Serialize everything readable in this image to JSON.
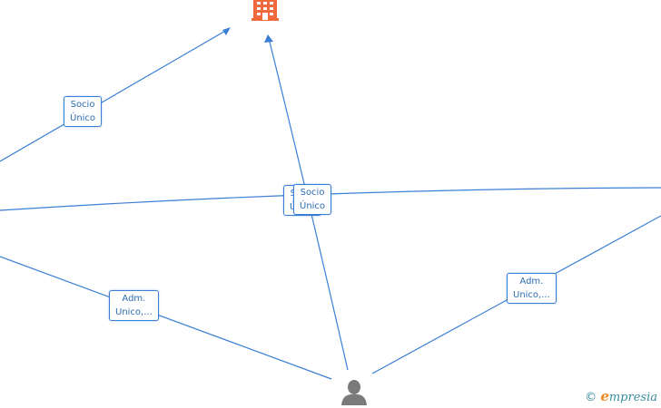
{
  "graph": {
    "edge_color": "#3b7fd4",
    "company_icon_color": "#f26a3c",
    "person_icon_color": "#7a7a7a",
    "labels": [
      {
        "line1": "Socio",
        "line2": "Único"
      },
      {
        "line1": "Socio",
        "line2": "Único"
      },
      {
        "line1": "Adm.",
        "line2": "Unico,..."
      },
      {
        "line1": "Adm.",
        "line2": "Unico,..."
      }
    ]
  },
  "watermark": {
    "copyright": "©",
    "brand_initial": "e",
    "brand_rest": "mpresia"
  }
}
